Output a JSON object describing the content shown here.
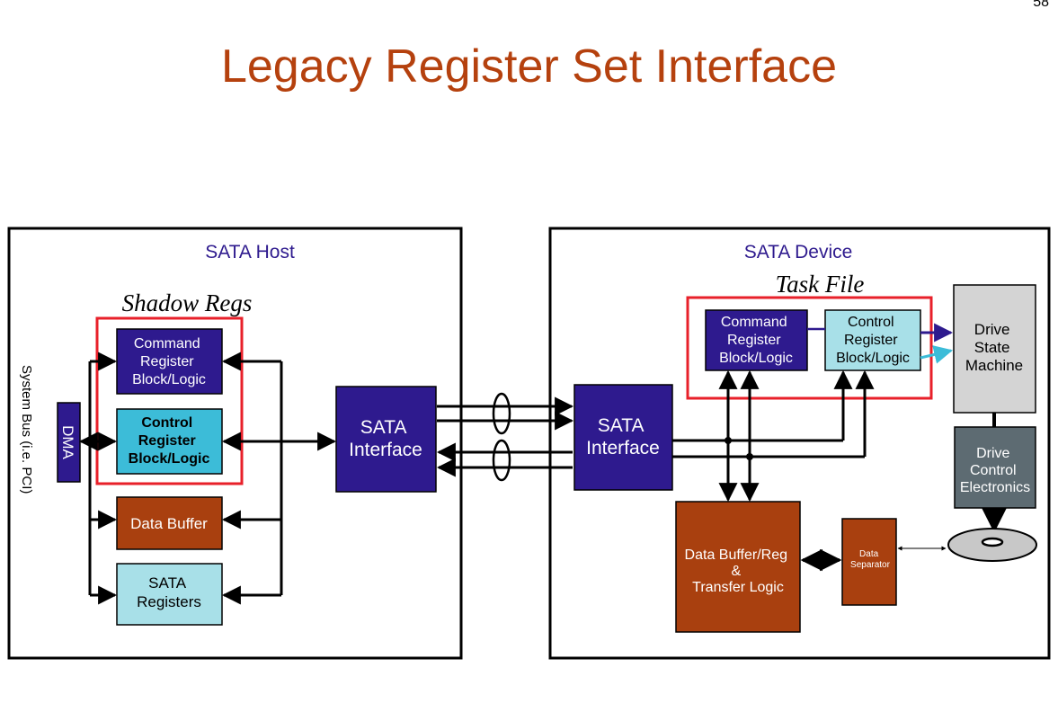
{
  "page_number": "58",
  "title": "Legacy Register Set Interface",
  "host": {
    "heading": "SATA Host",
    "shadow_regs_label": "Shadow Regs",
    "system_bus_label": "System Bus (i.e. PCI)",
    "dma_label": "DMA",
    "command_block": [
      "Command",
      "Register",
      "Block/Logic"
    ],
    "control_block": [
      "Control",
      "Register",
      "Block/Logic"
    ],
    "data_buffer": "Data Buffer",
    "sata_registers": [
      "SATA",
      "Registers"
    ],
    "sata_interface": [
      "SATA",
      "Interface"
    ]
  },
  "device": {
    "heading": "SATA Device",
    "task_file_label": "Task File",
    "sata_interface": [
      "SATA",
      "Interface"
    ],
    "command_block": [
      "Command",
      "Register",
      "Block/Logic"
    ],
    "control_block": [
      "Control",
      "Register",
      "Block/Logic"
    ],
    "drive_state_machine": [
      "Drive",
      "State",
      "Machine"
    ],
    "drive_control": [
      "Drive",
      "Control",
      "Electronics"
    ],
    "data_buffer_logic": [
      "Data Buffer/Reg",
      "&",
      "Transfer Logic"
    ],
    "data_separator": [
      "Data",
      "Separator"
    ]
  },
  "colors": {
    "title": "#b5410e",
    "accent_red": "#e8202a",
    "dark_blue": "#2e1a8e",
    "cyan": "#3cbcd8",
    "light_cyan": "#a8e0e8",
    "brown": "#a9400f",
    "light_gray": "#d4d4d4",
    "slate": "#5d6b72"
  }
}
